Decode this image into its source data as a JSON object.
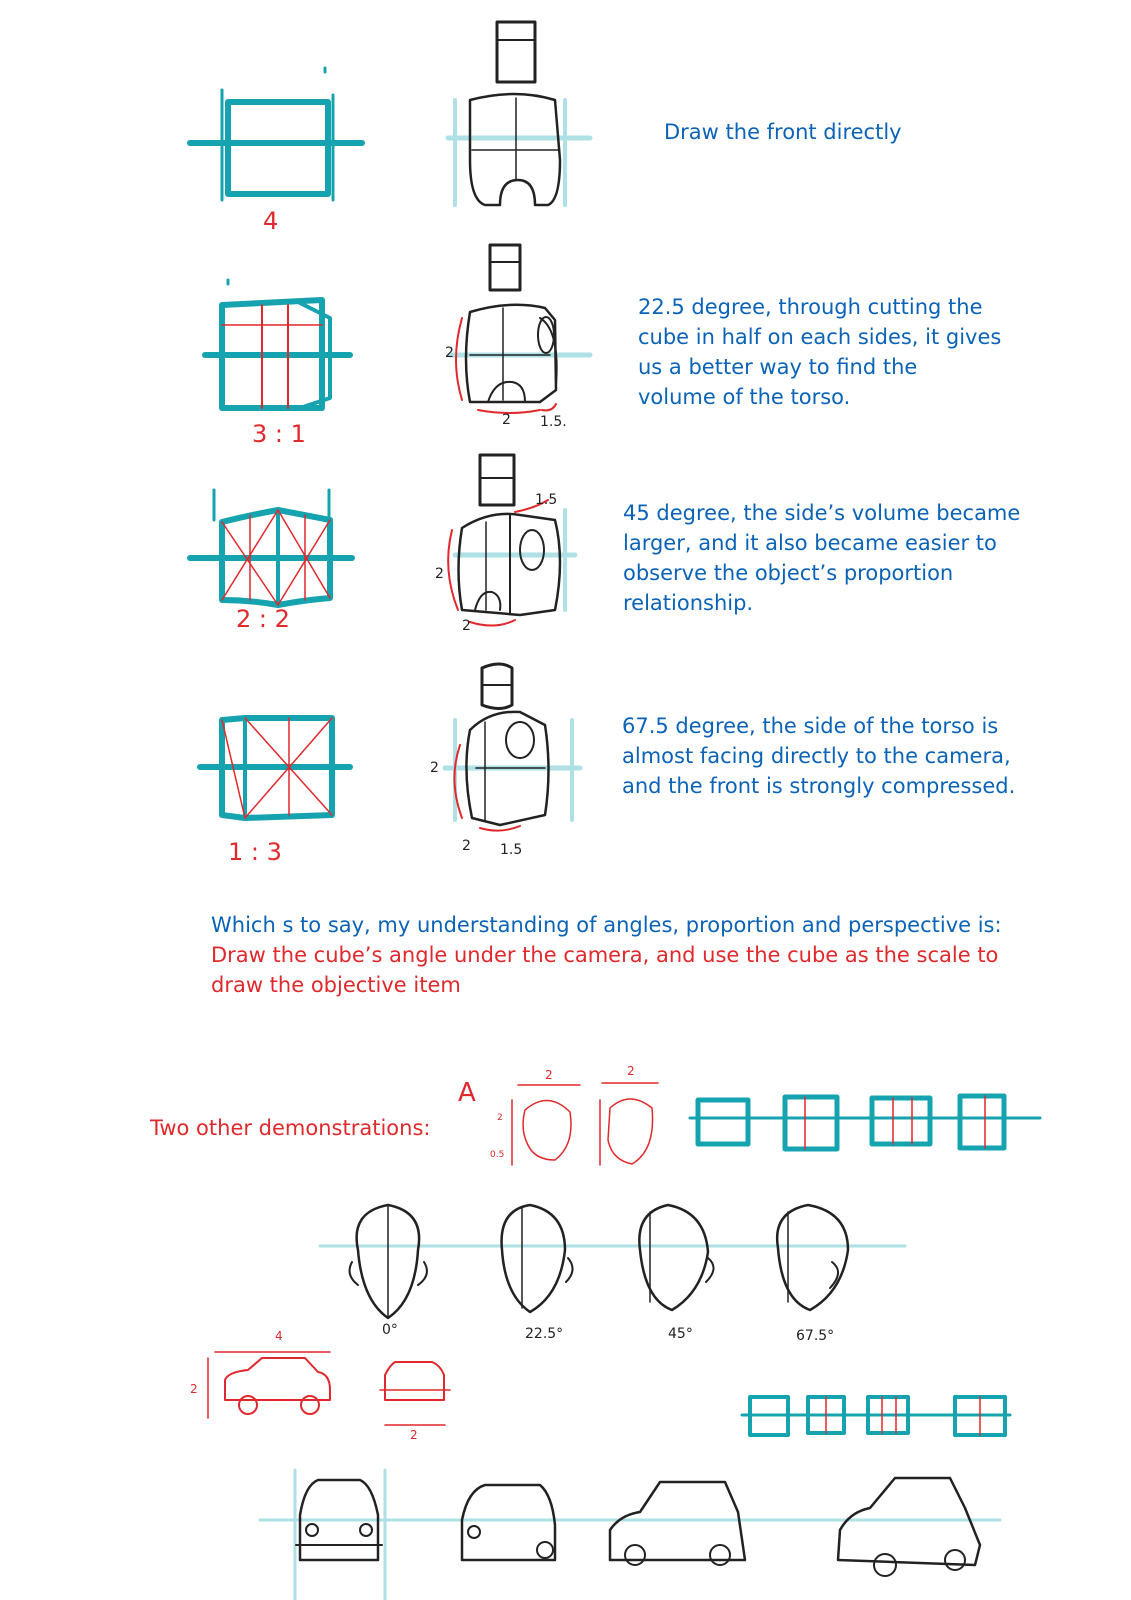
{
  "rows": [
    {
      "caption": "Draw the front directly",
      "ratio_label": "4"
    },
    {
      "caption": [
        "22.5 degree, through cutting the",
        "cube in half on each sides, it gives",
        "us a better way to find the",
        "volume of the torso."
      ],
      "ratio_label": "3 : 1",
      "measure_a": "2",
      "measure_b": "2",
      "measure_c": "1.5."
    },
    {
      "caption": [
        "45 degree, the side’s volume became",
        "larger, and it also became easier to",
        "observe the object’s proportion",
        "relationship."
      ],
      "ratio_label": "2 : 2",
      "measure_a": "1.5",
      "measure_b": "2",
      "measure_c": "2"
    },
    {
      "caption": [
        "67.5 degree, the side of the torso is",
        "almost facing directly to the camera,",
        "and the front is strongly compressed."
      ],
      "ratio_label": "1 : 3",
      "measure_a": "2",
      "measure_b": "2",
      "measure_c": "1.5"
    }
  ],
  "summary": {
    "line1": "Which s to say, my understanding of angles, proportion and perspective is:",
    "line2": "Draw the cube’s angle under the camera, and use the cube as the scale to",
    "line3": "draw the objective item"
  },
  "demos": {
    "label": "Two other demonstrations:",
    "marker": "A",
    "head_measures": {
      "top1": "2",
      "top2": "2",
      "side1": "2",
      "side2": "0.5"
    },
    "head_angles": [
      "0°",
      "22.5°",
      "45°",
      "67.5°"
    ],
    "car_measures": {
      "length": "4",
      "height": "2",
      "width": "2"
    }
  },
  "colors": {
    "blue": "#0b63b8",
    "red": "#e0292c",
    "teal": "#16a3b0",
    "light_teal": "#aee0e6",
    "black": "#222222"
  }
}
